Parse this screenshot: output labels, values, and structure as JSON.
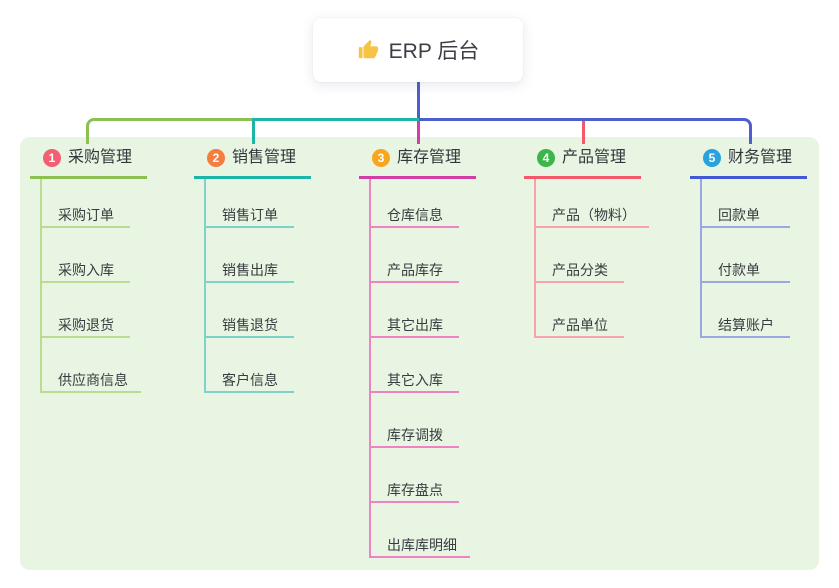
{
  "root": {
    "title": "ERP 后台",
    "icon": "thumbs-up-icon",
    "icon_color": "#f6c344"
  },
  "colors": {
    "trunk": "#4d5ecf",
    "panel_background": "#e8f5e2",
    "card_background": "#ffffff",
    "header_text": "#33373c",
    "item_text": "#383c40"
  },
  "branches": [
    {
      "index": "1",
      "label": "采购管理",
      "color": "#8cc152",
      "light": "#b9dc92",
      "badge": "#f25e72",
      "items": [
        "采购订单",
        "采购入库",
        "采购退货",
        "供应商信息"
      ]
    },
    {
      "index": "2",
      "label": "销售管理",
      "color": "#1db5a6",
      "light": "#7fd2c8",
      "badge": "#f57d3e",
      "items": [
        "销售订单",
        "销售出库",
        "销售退货",
        "客户信息"
      ]
    },
    {
      "index": "3",
      "label": "库存管理",
      "color": "#d13fa6",
      "light": "#ee82c3",
      "badge": "#f9a61f",
      "items": [
        "仓库信息",
        "产品库存",
        "其它出库",
        "其它入库",
        "库存调拨",
        "库存盘点",
        "出库库明细"
      ]
    },
    {
      "index": "4",
      "label": "产品管理",
      "color": "#f4596b",
      "light": "#f9a2ab",
      "badge": "#3cb54a",
      "items": [
        "产品（物料）",
        "产品分类",
        "产品单位"
      ]
    },
    {
      "index": "5",
      "label": "财务管理",
      "color": "#4358d4",
      "light": "#97a9e0",
      "badge": "#29a3dd",
      "items": [
        "回款单",
        "付款单",
        "结算账户"
      ]
    }
  ]
}
